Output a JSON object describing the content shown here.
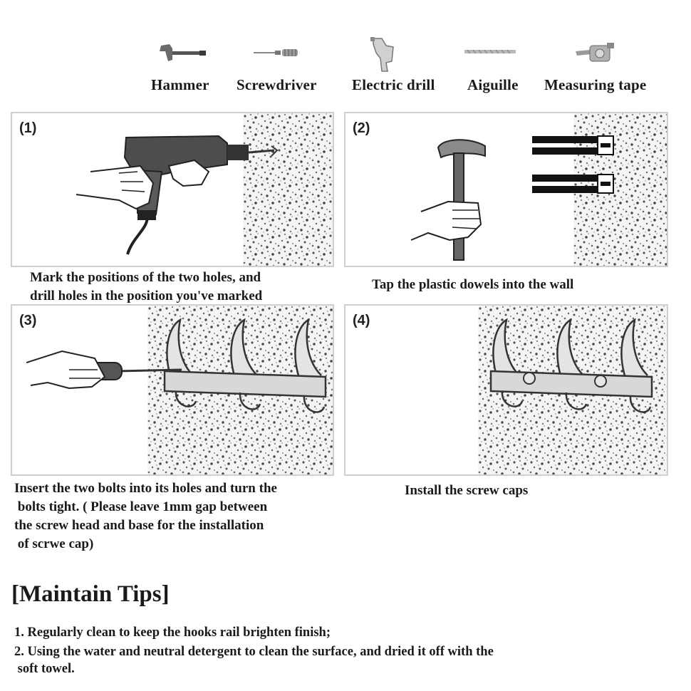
{
  "tools": [
    {
      "label": "Hammer",
      "icon": "hammer-icon"
    },
    {
      "label": "Screwdriver",
      "icon": "screwdriver-icon"
    },
    {
      "label": "Electric drill",
      "icon": "electric-drill-icon"
    },
    {
      "label": "Aiguille",
      "icon": "aiguille-icon"
    },
    {
      "label": "Measuring tape",
      "icon": "measuring-tape-icon"
    }
  ],
  "steps": [
    {
      "number": "(1)",
      "caption": "Mark the positions of the two holes, and\ndrill holes in the position you've marked"
    },
    {
      "number": "(2)",
      "caption": "Tap the plastic dowels into the wall"
    },
    {
      "number": "(3)",
      "caption": "Insert the two bolts into its holes and turn the\n bolts tight. ( Please leave 1mm gap between\nthe screw head and base for the installation\n of scrwe cap)"
    },
    {
      "number": "(4)",
      "caption": "Install the screw caps"
    }
  ],
  "maintain": {
    "title": "[Maintain Tips]",
    "tips": [
      "1. Regularly clean to keep the hooks rail brighten finish;",
      "2. Using the water and neutral detergent to clean the surface, and dried it off with the\n soft towel."
    ]
  }
}
